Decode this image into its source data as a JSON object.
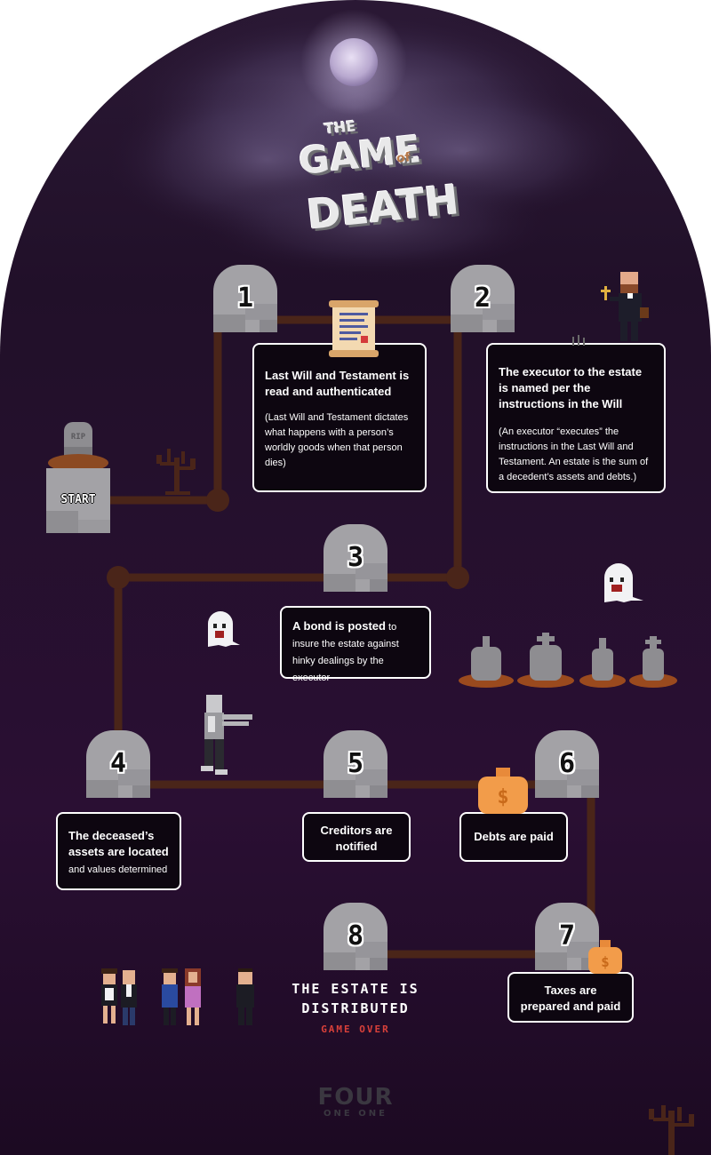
{
  "title": {
    "line1": "THE",
    "line2": "GAME",
    "line3": "of",
    "line4": "DEATH"
  },
  "start_label": "START",
  "rip_label": "RIP",
  "steps": [
    {
      "num": "1",
      "main": "Last Will and Testament is read and authenticated",
      "sub": "(Last Will and Testament dictates what happens with a person’s worldly goods when that  person dies)"
    },
    {
      "num": "2",
      "main": "The executor to the estate is named per the instructions in the Will",
      "sub": "(An executor “executes” the instructions in the Last Will and Testament. An estate is the sum of a decedent’s assets and debts.)"
    },
    {
      "num": "3",
      "main": "A bond is posted",
      "sub": " to insure the estate against hinky dealings by the executor"
    },
    {
      "num": "4",
      "main": "The deceased’s assets are located",
      "sub": " and values determined"
    },
    {
      "num": "5",
      "main": "Creditors are notified"
    },
    {
      "num": "6",
      "main": "Debts are paid"
    },
    {
      "num": "7",
      "main": "Taxes are prepared and paid"
    },
    {
      "num": "8"
    }
  ],
  "final": {
    "line1": "THE ESTATE IS",
    "line2": "DISTRIBUTED",
    "game_over": "GAME OVER"
  },
  "logo": {
    "line1": "FOUR",
    "line2": "ONE ONE"
  },
  "colors": {
    "background": "#1f0c26",
    "path": "#4a2519",
    "stone": "#a3a2a6",
    "box_border": "#ffffff",
    "game_over": "#d8403a"
  }
}
